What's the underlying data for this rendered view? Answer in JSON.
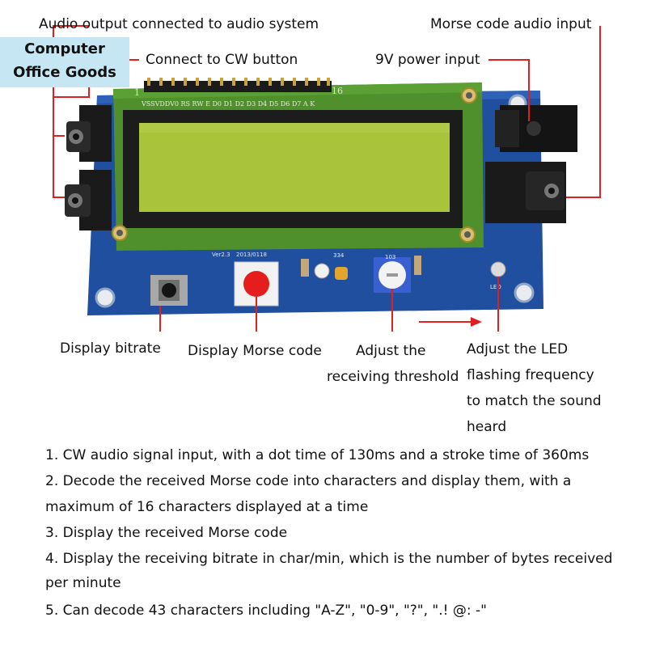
{
  "store": {
    "line1": "Computer",
    "line2": "Office Goods"
  },
  "callouts": {
    "audio_output": "Audio output connected to audio system",
    "cw_button": "Connect to CW button",
    "morse_input": "Morse code audio input",
    "power_input": "9V power input",
    "display_bitrate": "Display bitrate",
    "display_morse": "Display Morse code",
    "threshold_line1": "Adjust the",
    "threshold_line2": "receiving threshold",
    "led_line1": "Adjust the LED",
    "led_line2": "flashing frequency",
    "led_line3": "to match the sound",
    "led_line4": "heard"
  },
  "board": {
    "header_pins": "VSSVDDV0 RS RW  E   D0  D1  D2  D3  D4  D5  D6  D7   A   K",
    "pin_first": "1",
    "pin_last": "16",
    "version": "Ver2.3",
    "date": "2013/0118",
    "cap": "334",
    "pot": "103",
    "led_label": "LED"
  },
  "features": [
    "1. CW audio signal input, with a dot time of 130ms and a stroke time of 360ms",
    "2. Decode the received Morse code into characters and display them, with a",
    "maximum of 16 characters displayed at a time",
    "3. Display the received Morse code",
    "4. Display the receiving bitrate in char/min, which is the number of bytes received",
    "per minute",
    "5. Can decode 43 characters including \"A-Z\", \"0-9\", \"?\", \".! @: -\""
  ],
  "colors": {
    "board": "#1f4f9e",
    "lcd": "#a9c43a",
    "pointer": "#e02020"
  }
}
